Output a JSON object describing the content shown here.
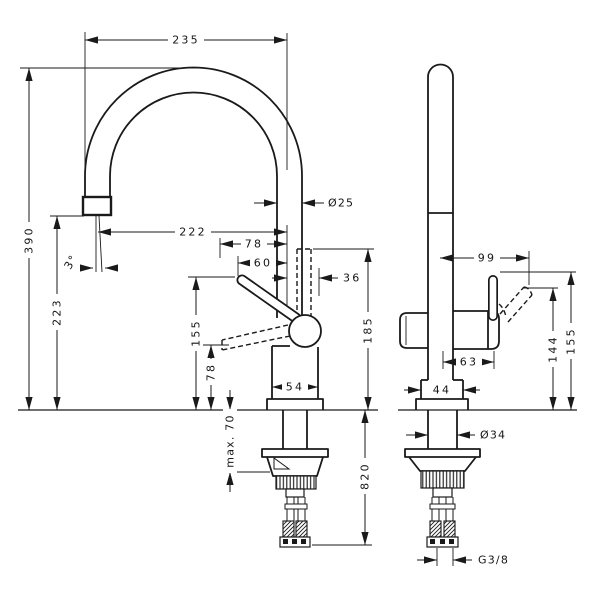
{
  "page": {
    "background": "#ffffff",
    "line_color": "#1a1a1a",
    "drawing_type": "kitchen mixer tap installation dimensions, front and side view"
  },
  "views": {
    "front": {
      "dims": {
        "reach": "235",
        "total_height": "390",
        "spout_outlet_height": "223",
        "outlet_reach": "222",
        "spout_diameter": "Ø25",
        "lever_down_offset": "78",
        "lever_up_offset": "60",
        "handle_clearance": "36",
        "outlet_port_height": "185",
        "lever_top_height": "155",
        "lever_down_height": "78",
        "body_width": "54",
        "spray_angle": "3°",
        "max_counter_thickness": "max. 70",
        "hose_length": "820"
      }
    },
    "side": {
      "dims": {
        "lever_reach": "99",
        "lever_axis_offset": "63",
        "lever_tilted_height": "144",
        "lever_top_height": "155",
        "base_depth": "44",
        "shank_diameter": "Ø34",
        "connection_thread": "G3/8"
      }
    }
  }
}
